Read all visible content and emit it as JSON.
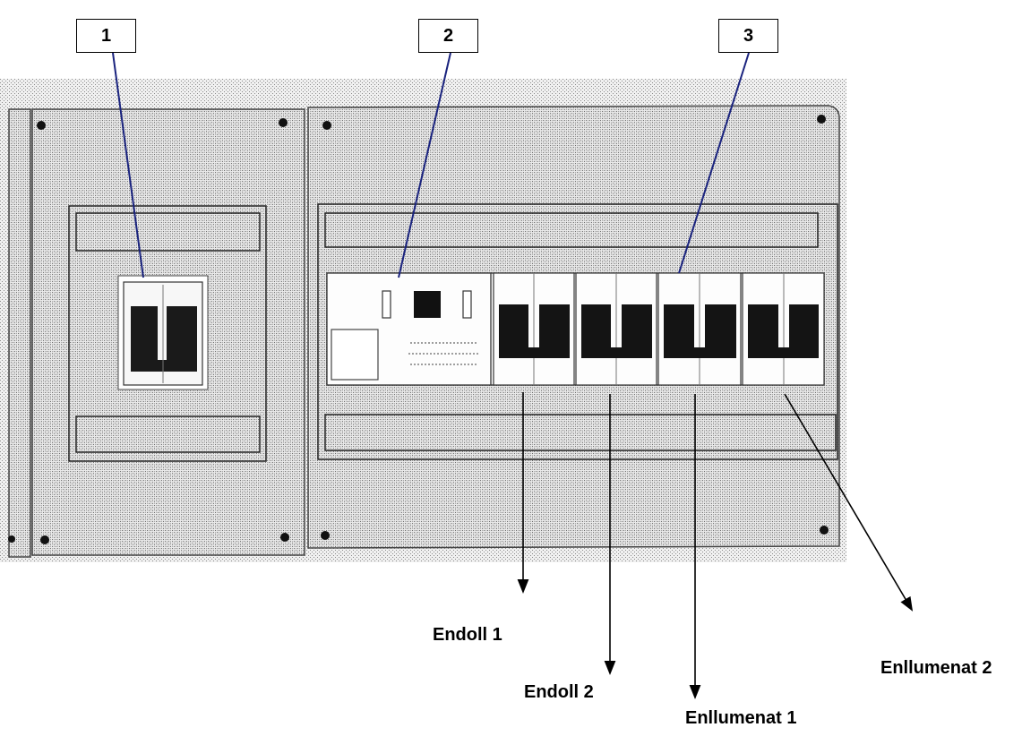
{
  "callouts": [
    {
      "number": "1"
    },
    {
      "number": "2"
    },
    {
      "number": "3"
    }
  ],
  "circuit_labels": [
    {
      "text": "Endoll 1"
    },
    {
      "text": "Endoll 2"
    },
    {
      "text": "Enllumenat 1"
    },
    {
      "text": "Enllumenat 2"
    }
  ]
}
